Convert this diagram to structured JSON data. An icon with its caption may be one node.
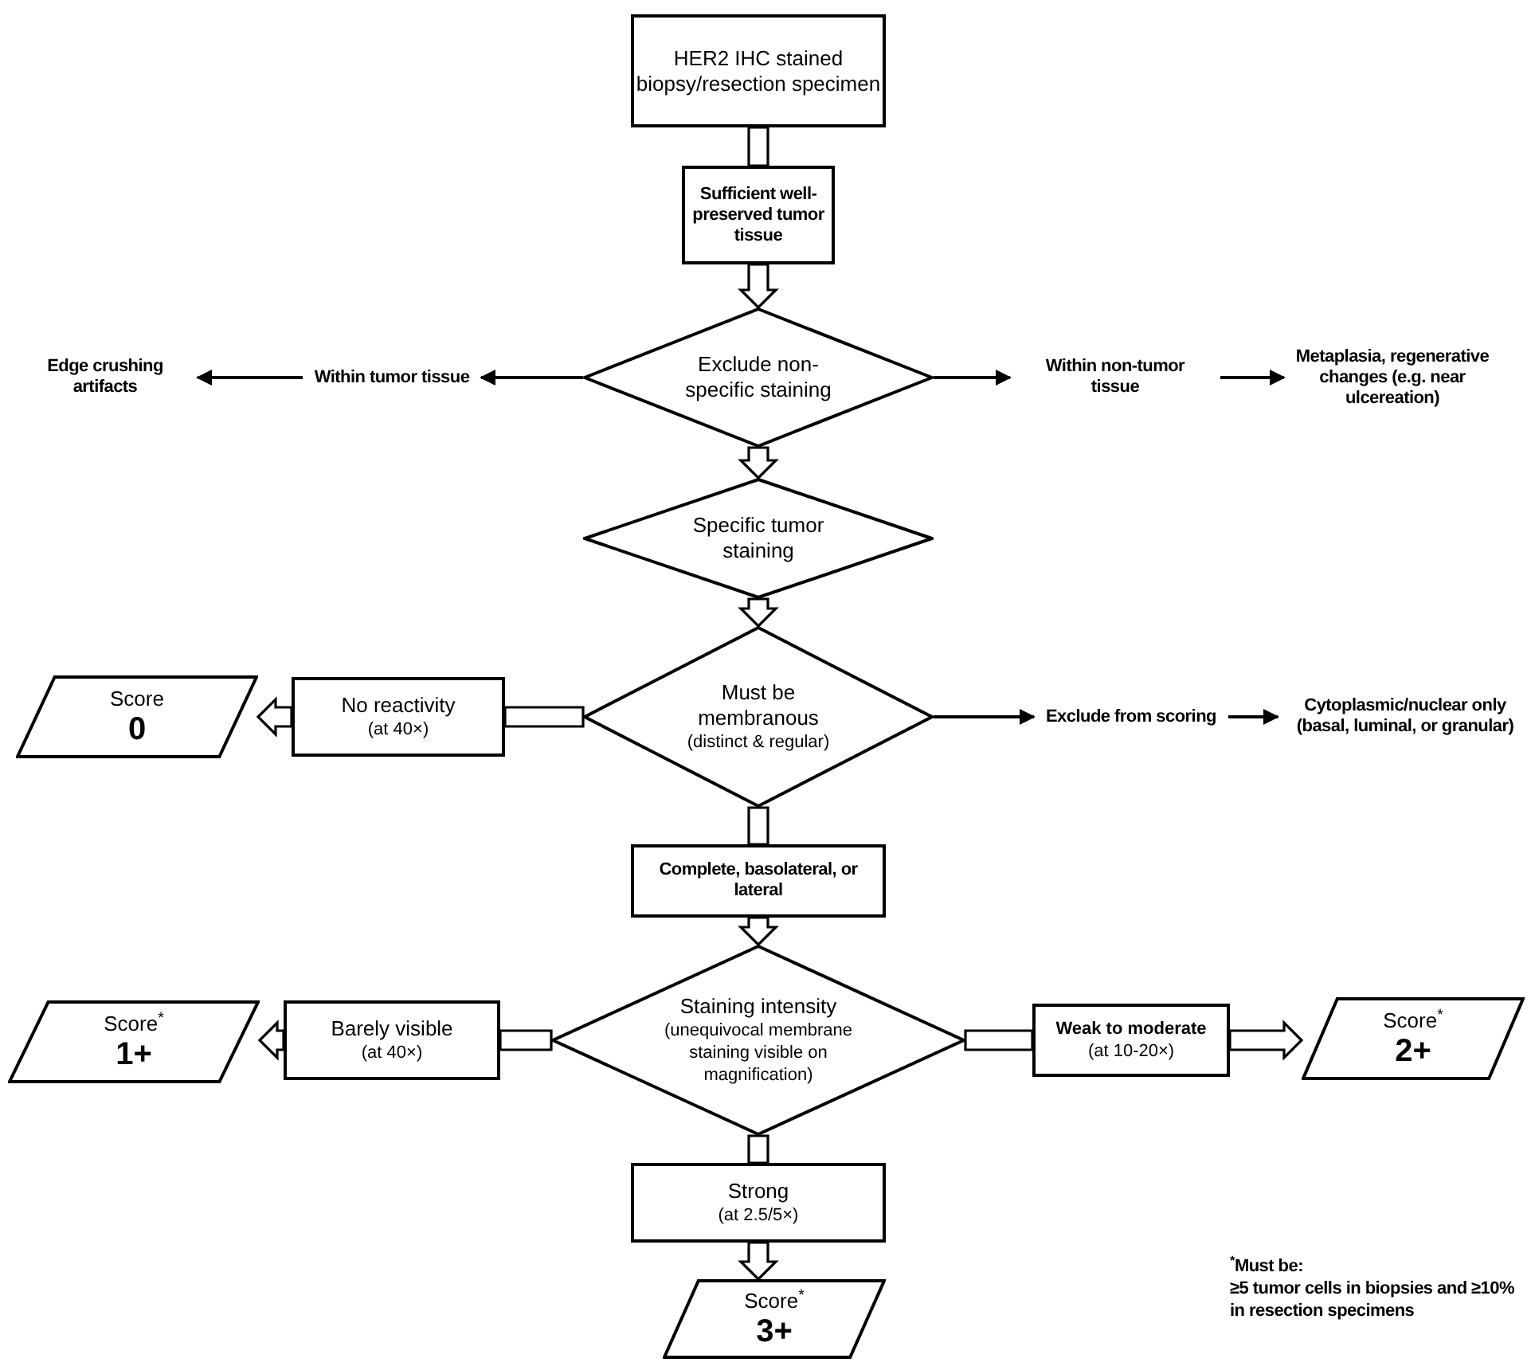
{
  "diagram": {
    "nodes": [
      {
        "text": [
          "HER2 IHC stained biopsy/resection specimen"
        ]
      },
      {
        "text": [
          "Sufficient well-preserved tumor tissue"
        ]
      },
      {
        "text": [
          "Exclude non-specific staining"
        ]
      },
      {
        "text": [
          "Within tumor tissue"
        ]
      },
      {
        "text": [
          "Edge crushing artifacts"
        ]
      },
      {
        "text": [
          "Within non-tumor tissue"
        ]
      },
      {
        "text": [
          "Metaplasia, regenerative changes (e.g. near ulcereation)"
        ]
      },
      {
        "text": [
          "Specific tumor staining"
        ]
      },
      {
        "text": [
          "Must be membranous",
          "(distinct & regular)"
        ]
      },
      {
        "text": [
          "No reactivity",
          "(at 40×)"
        ]
      },
      {
        "text": [
          "Score",
          "0"
        ]
      },
      {
        "text": [
          "Exclude from scoring"
        ]
      },
      {
        "text": [
          "Cytoplasmic/nuclear only (basal, luminal, or granular)"
        ]
      },
      {
        "text": [
          "Complete, basolateral, or lateral"
        ]
      },
      {
        "text": [
          "Staining intensity",
          "(unequivocal membrane staining visible on magnification)"
        ]
      },
      {
        "text": [
          "Barely visible",
          "(at 40×)"
        ]
      },
      {
        "text": [
          "Score$^{*}$",
          "1+"
        ]
      },
      {
        "text": [
          "Weak to moderate",
          "(at 10-20×)"
        ]
      },
      {
        "text": [
          "Score$^{*}$",
          "2+"
        ]
      },
      {
        "text": [
          "Strong",
          "(at 2.5/5×)"
        ]
      },
      {
        "text": [
          "Score$^{*}$",
          "3+"
        ]
      }
    ],
    "edges": [
      {
        "from": 0,
        "to": 1,
        "arrow": "none",
        "style": "thick"
      },
      {
        "from": 1,
        "to": 2,
        "arrow": "to",
        "style": "thick"
      },
      {
        "from": 2,
        "to": 3,
        "arrow": "to"
      },
      {
        "from": 3,
        "to": 4,
        "arrow": "to"
      },
      {
        "from": 2,
        "to": 5,
        "arrow": "to"
      },
      {
        "from": 5,
        "to": 6,
        "arrow": "to"
      },
      {
        "from": 2,
        "to": 7,
        "arrow": "to",
        "style": "thick"
      },
      {
        "from": 7,
        "to": 8,
        "arrow": "to",
        "style": "thick"
      },
      {
        "from": 8,
        "to": 9,
        "arrow": "none",
        "style": "thick"
      },
      {
        "from": 9,
        "to": 10,
        "arrow": "to",
        "style": "thick"
      },
      {
        "from": 8,
        "to": 11,
        "arrow": "to"
      },
      {
        "from": 11,
        "to": 12,
        "arrow": "to"
      },
      {
        "from": 8,
        "to": 13,
        "arrow": "none",
        "style": "thick"
      },
      {
        "from": 13,
        "to": 14,
        "arrow": "to",
        "style": "thick"
      },
      {
        "from": 14,
        "to": 15,
        "arrow": "none",
        "style": "thick"
      },
      {
        "from": 15,
        "to": 16,
        "arrow": "to",
        "style": "thick"
      },
      {
        "from": 14,
        "to": 17,
        "arrow": "none",
        "style": "thick"
      },
      {
        "from": 17,
        "to": 18,
        "arrow": "to",
        "style": "thick"
      },
      {
        "from": 14,
        "to": 19,
        "arrow": "none",
        "style": "thick"
      },
      {
        "from": 19,
        "to": 20,
        "arrow": "to",
        "style": "thick"
      }
    ],
    "labels": [
      "$^{*}$Must be:",
      "≥5 tumor cells in biopsies and ≥10% in resection specimens"
    ]
  }
}
